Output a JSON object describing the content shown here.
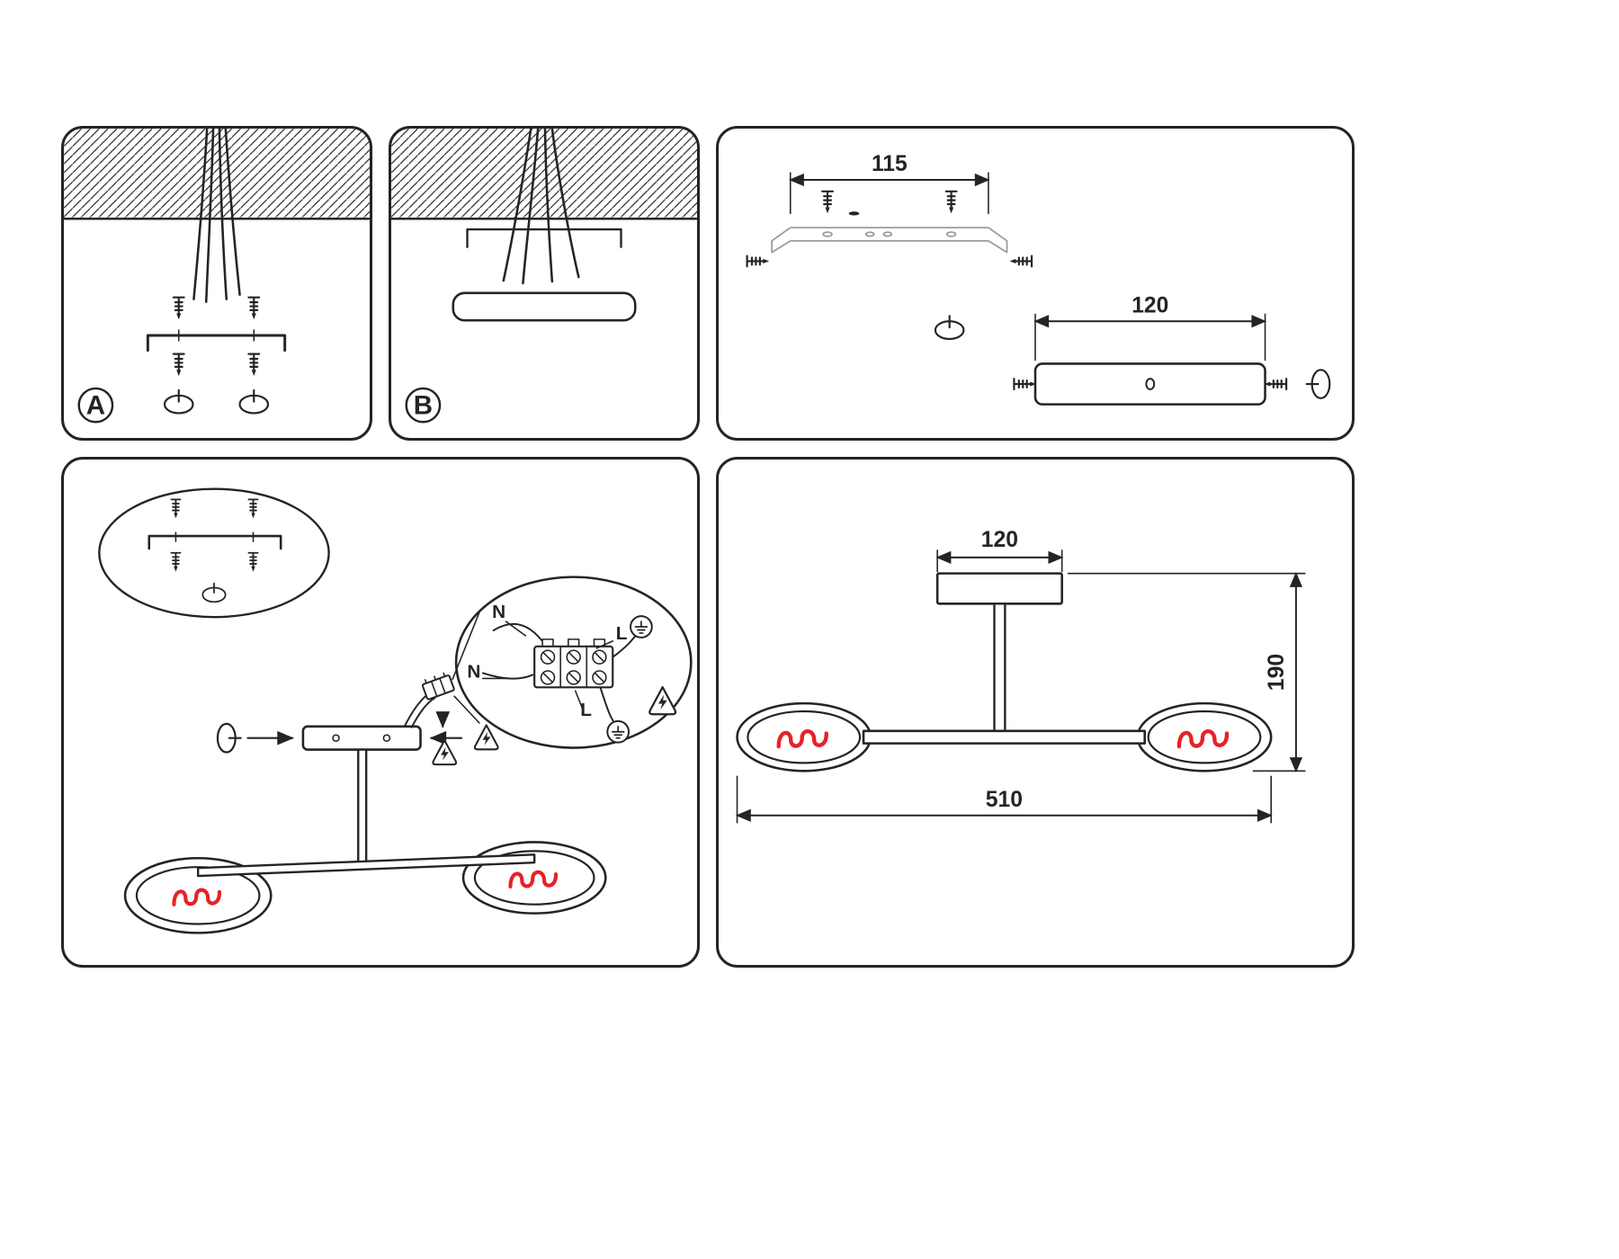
{
  "colors": {
    "line": "#272325",
    "red": "#e42328",
    "bracket_gray": "#9b9b9b",
    "background": "#ffffff"
  },
  "labels": {
    "step_a": "A",
    "step_b": "B"
  },
  "wiring": {
    "n_top": "N",
    "l_top": "L",
    "n_left": "N",
    "l_bottom": "L"
  },
  "dimensions": {
    "bracket_screw_spacing_mm": "115",
    "canopy_length_mm": "120",
    "canopy_width_front_mm": "120",
    "fixture_height_mm": "190",
    "fixture_total_width_mm": "510"
  },
  "icons": [
    "screw-icon",
    "wall-plug-icon",
    "warning-electricity-icon",
    "ground-icon",
    "arrow-icon",
    "ceiling-hatch",
    "filament-bulb-icon"
  ]
}
